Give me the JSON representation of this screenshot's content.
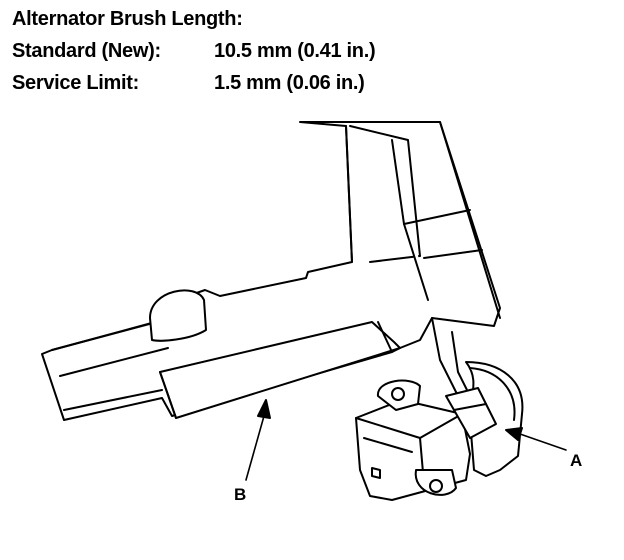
{
  "spec": {
    "title": "Alternator Brush Length:",
    "rows": [
      {
        "label": "Standard (New):",
        "value": "10.5 mm (0.41 in.)"
      },
      {
        "label": "Service Limit:",
        "value": "1.5 mm (0.06 in.)"
      }
    ]
  },
  "callouts": {
    "a": "A",
    "b": "B"
  },
  "colors": {
    "ink": "#000000",
    "paper": "#ffffff"
  }
}
